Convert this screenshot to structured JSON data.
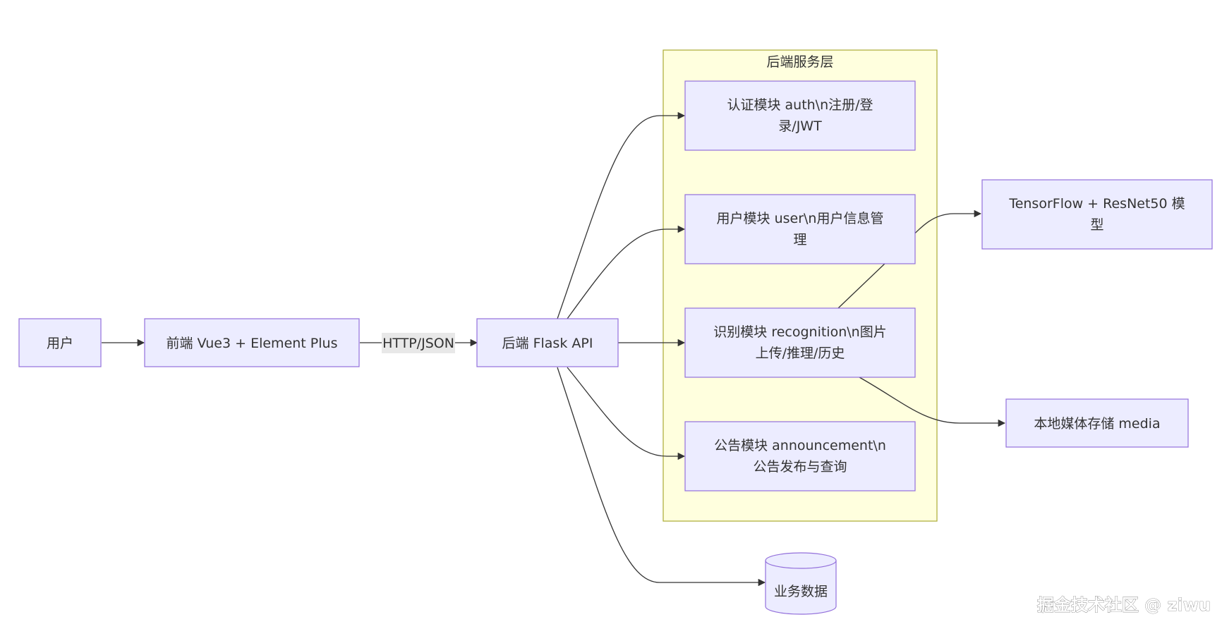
{
  "subgraph": {
    "title": "后端服务层"
  },
  "nodes": {
    "user": "用户",
    "frontend": "前端 Vue3 + Element Plus",
    "backend": "后端 Flask API",
    "auth": {
      "line1": "认证模块 auth\\n注册/登",
      "line2": "录/JWT"
    },
    "usermod": {
      "line1": "用户模块 user\\n用户信息管",
      "line2": "理"
    },
    "recog": {
      "line1": "识别模块 recognition\\n图片",
      "line2": "上传/推理/历史"
    },
    "announce": {
      "line1": "公告模块 announcement\\n",
      "line2": "公告发布与查询"
    },
    "tf": {
      "line1": "TensorFlow + ResNet50 模",
      "line2": "型"
    },
    "media": "本地媒体存储 media",
    "db": "业务数据"
  },
  "edges": {
    "http_label": "HTTP/JSON"
  },
  "colors": {
    "node_fill": "#ececff",
    "node_stroke": "#9370db",
    "subgraph_fill": "#ffffde",
    "subgraph_stroke": "#aaaa33",
    "edge": "#333333"
  },
  "watermark": "掘金技术社区 @ ziwu"
}
